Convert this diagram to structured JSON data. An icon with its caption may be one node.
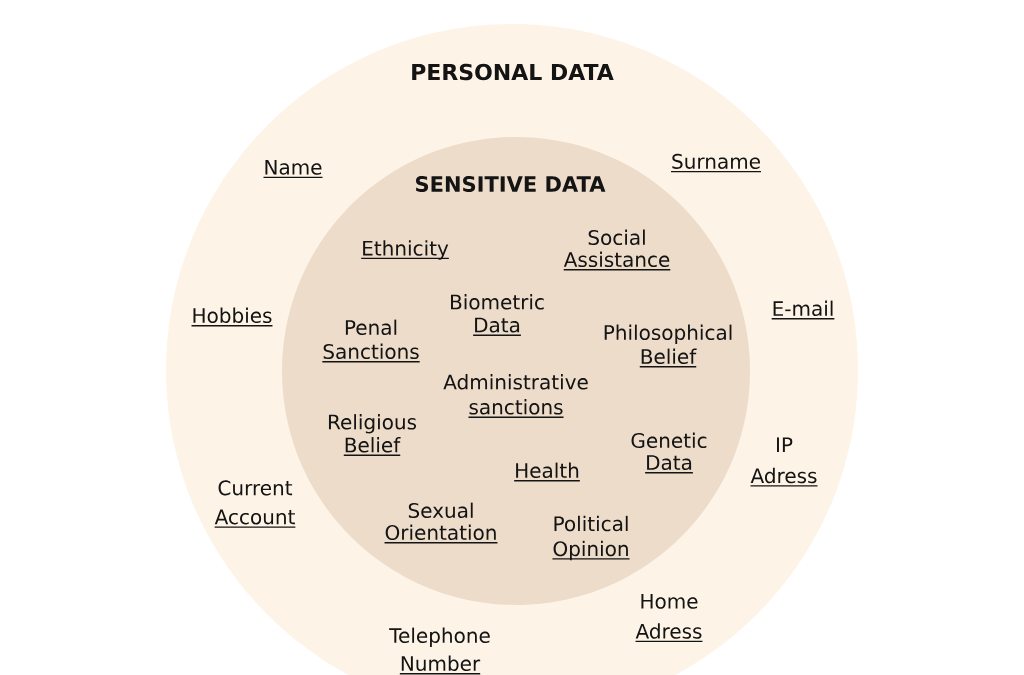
{
  "diagram": {
    "nodes": [
      {
        "text": [
          "PERSONAL DATA",
          "Name",
          "Surname",
          "Hobbies",
          "E-mail",
          "IP Adress",
          "Current Account",
          "Home Adress",
          "Telephone Number"
        ]
      },
      {
        "text": [
          "SENSITIVE DATA",
          "Ethnicity",
          "Social Assistance",
          "Penal Sanctions",
          "Biometric Data",
          "Philosophical Belief",
          "Administrative sanctions",
          "Religious Belief",
          "Genetic Data",
          "Health",
          "Sexual Orientation",
          "Political Opinion"
        ],
        "in": 0
      }
    ]
  }
}
